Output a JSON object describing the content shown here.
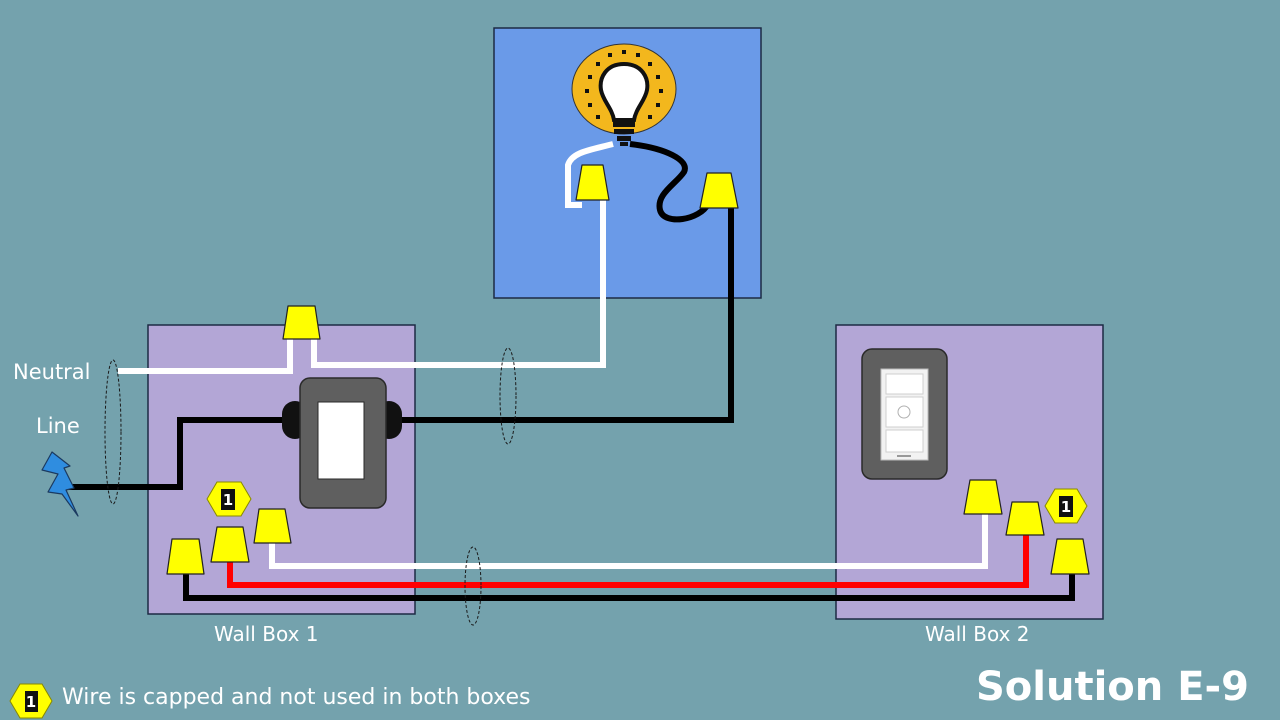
{
  "labels": {
    "neutral": "Neutral",
    "line": "Line",
    "wall_box_1": "Wall Box 1",
    "wall_box_2": "Wall Box 2"
  },
  "title": "Solution E-9",
  "legend": {
    "marker": "1",
    "text": "Wire is capped and not used in both boxes"
  },
  "markers": {
    "box1": "1",
    "box2": "1"
  },
  "colors": {
    "background": "#74a2ad",
    "fixture_box": "#6a9ae8",
    "wall_box": "#b3a6d6",
    "wire_nut": "#ffff00",
    "wire_black": "#000000",
    "wire_white": "#ffffff",
    "wire_red": "#ff0000",
    "bulb_halo": "#f3b71d",
    "switch_plate": "#5f5f5f"
  },
  "icons": {
    "line_source": "lightning-bolt-icon",
    "fixture": "light-bulb-icon",
    "switch": "rocker-switch-icon",
    "remote": "pico-remote-icon"
  }
}
